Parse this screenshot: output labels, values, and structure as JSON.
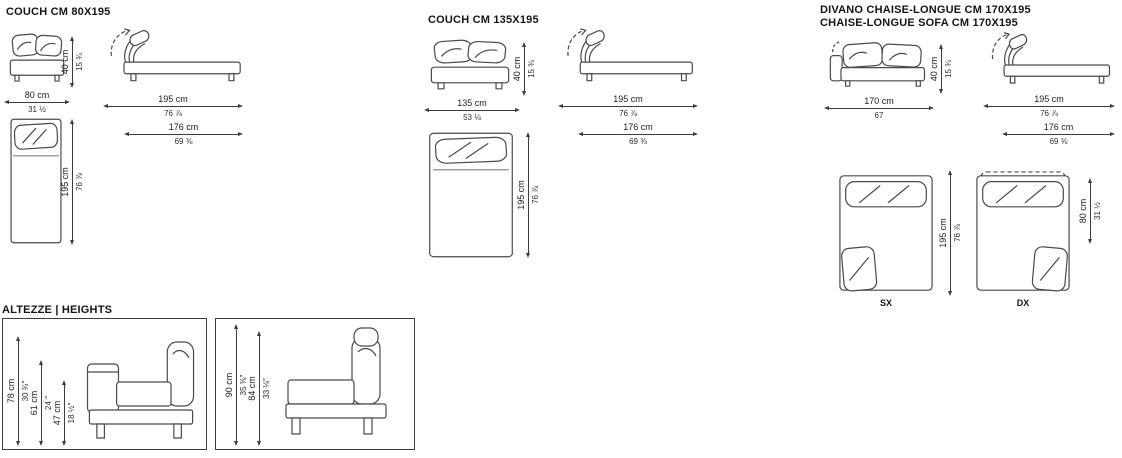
{
  "page": {
    "background": "#ffffff",
    "line_color": "#3c3c3c"
  },
  "sections": {
    "couch80": {
      "title": "COUCH CM 80X195",
      "dims": {
        "width": {
          "cm": "80 cm",
          "in": "31 ½"
        },
        "height": {
          "cm": "40 cm",
          "in": "15 ¾"
        },
        "length": {
          "cm": "195 cm",
          "in": "76 ⅞"
        },
        "inner_length": {
          "cm": "176 cm",
          "in": "69 ⅜"
        },
        "depth": {
          "cm": "195 cm",
          "in": "76 ⅞"
        }
      }
    },
    "couch135": {
      "title": "COUCH CM 135X195",
      "dims": {
        "width": {
          "cm": "135 cm",
          "in": "53 ⅛"
        },
        "height": {
          "cm": "40 cm",
          "in": "15 ¾"
        },
        "length": {
          "cm": "195 cm",
          "in": "76 ⅞"
        },
        "inner_length": {
          "cm": "176 cm",
          "in": "69 ⅜"
        },
        "depth": {
          "cm": "195 cm",
          "in": "76 ⅞"
        }
      }
    },
    "chaise170": {
      "title_line1": "DIVANO CHAISE-LONGUE CM 170X195",
      "title_line2": "CHAISE-LONGUE SOFA CM 170X195",
      "dims": {
        "width": {
          "cm": "170 cm",
          "in": "67"
        },
        "height": {
          "cm": "40 cm",
          "in": "15 ¾"
        },
        "length": {
          "cm": "195 cm",
          "in": "76 ⅞"
        },
        "inner_length": {
          "cm": "176 cm",
          "in": "69 ⅜"
        },
        "depth": {
          "cm": "195 cm",
          "in": "76 ⅞"
        },
        "chaise_width": {
          "cm": "80 cm",
          "in": "31 ½"
        }
      },
      "left_label": "SX",
      "right_label": "DX"
    },
    "heights": {
      "title": "ALTEZZE | HEIGHTS",
      "sofa1": {
        "back": {
          "cm": "78 cm",
          "in": "30 ¾″"
        },
        "arm": {
          "cm": "61 cm",
          "in": "24 ″"
        },
        "seat": {
          "cm": "47 cm",
          "in": "18 ½″"
        }
      },
      "sofa2": {
        "headrest": {
          "cm": "90 cm",
          "in": "35 ⅜″"
        },
        "back": {
          "cm": "84 cm",
          "in": "33 ⅛″"
        }
      }
    }
  }
}
